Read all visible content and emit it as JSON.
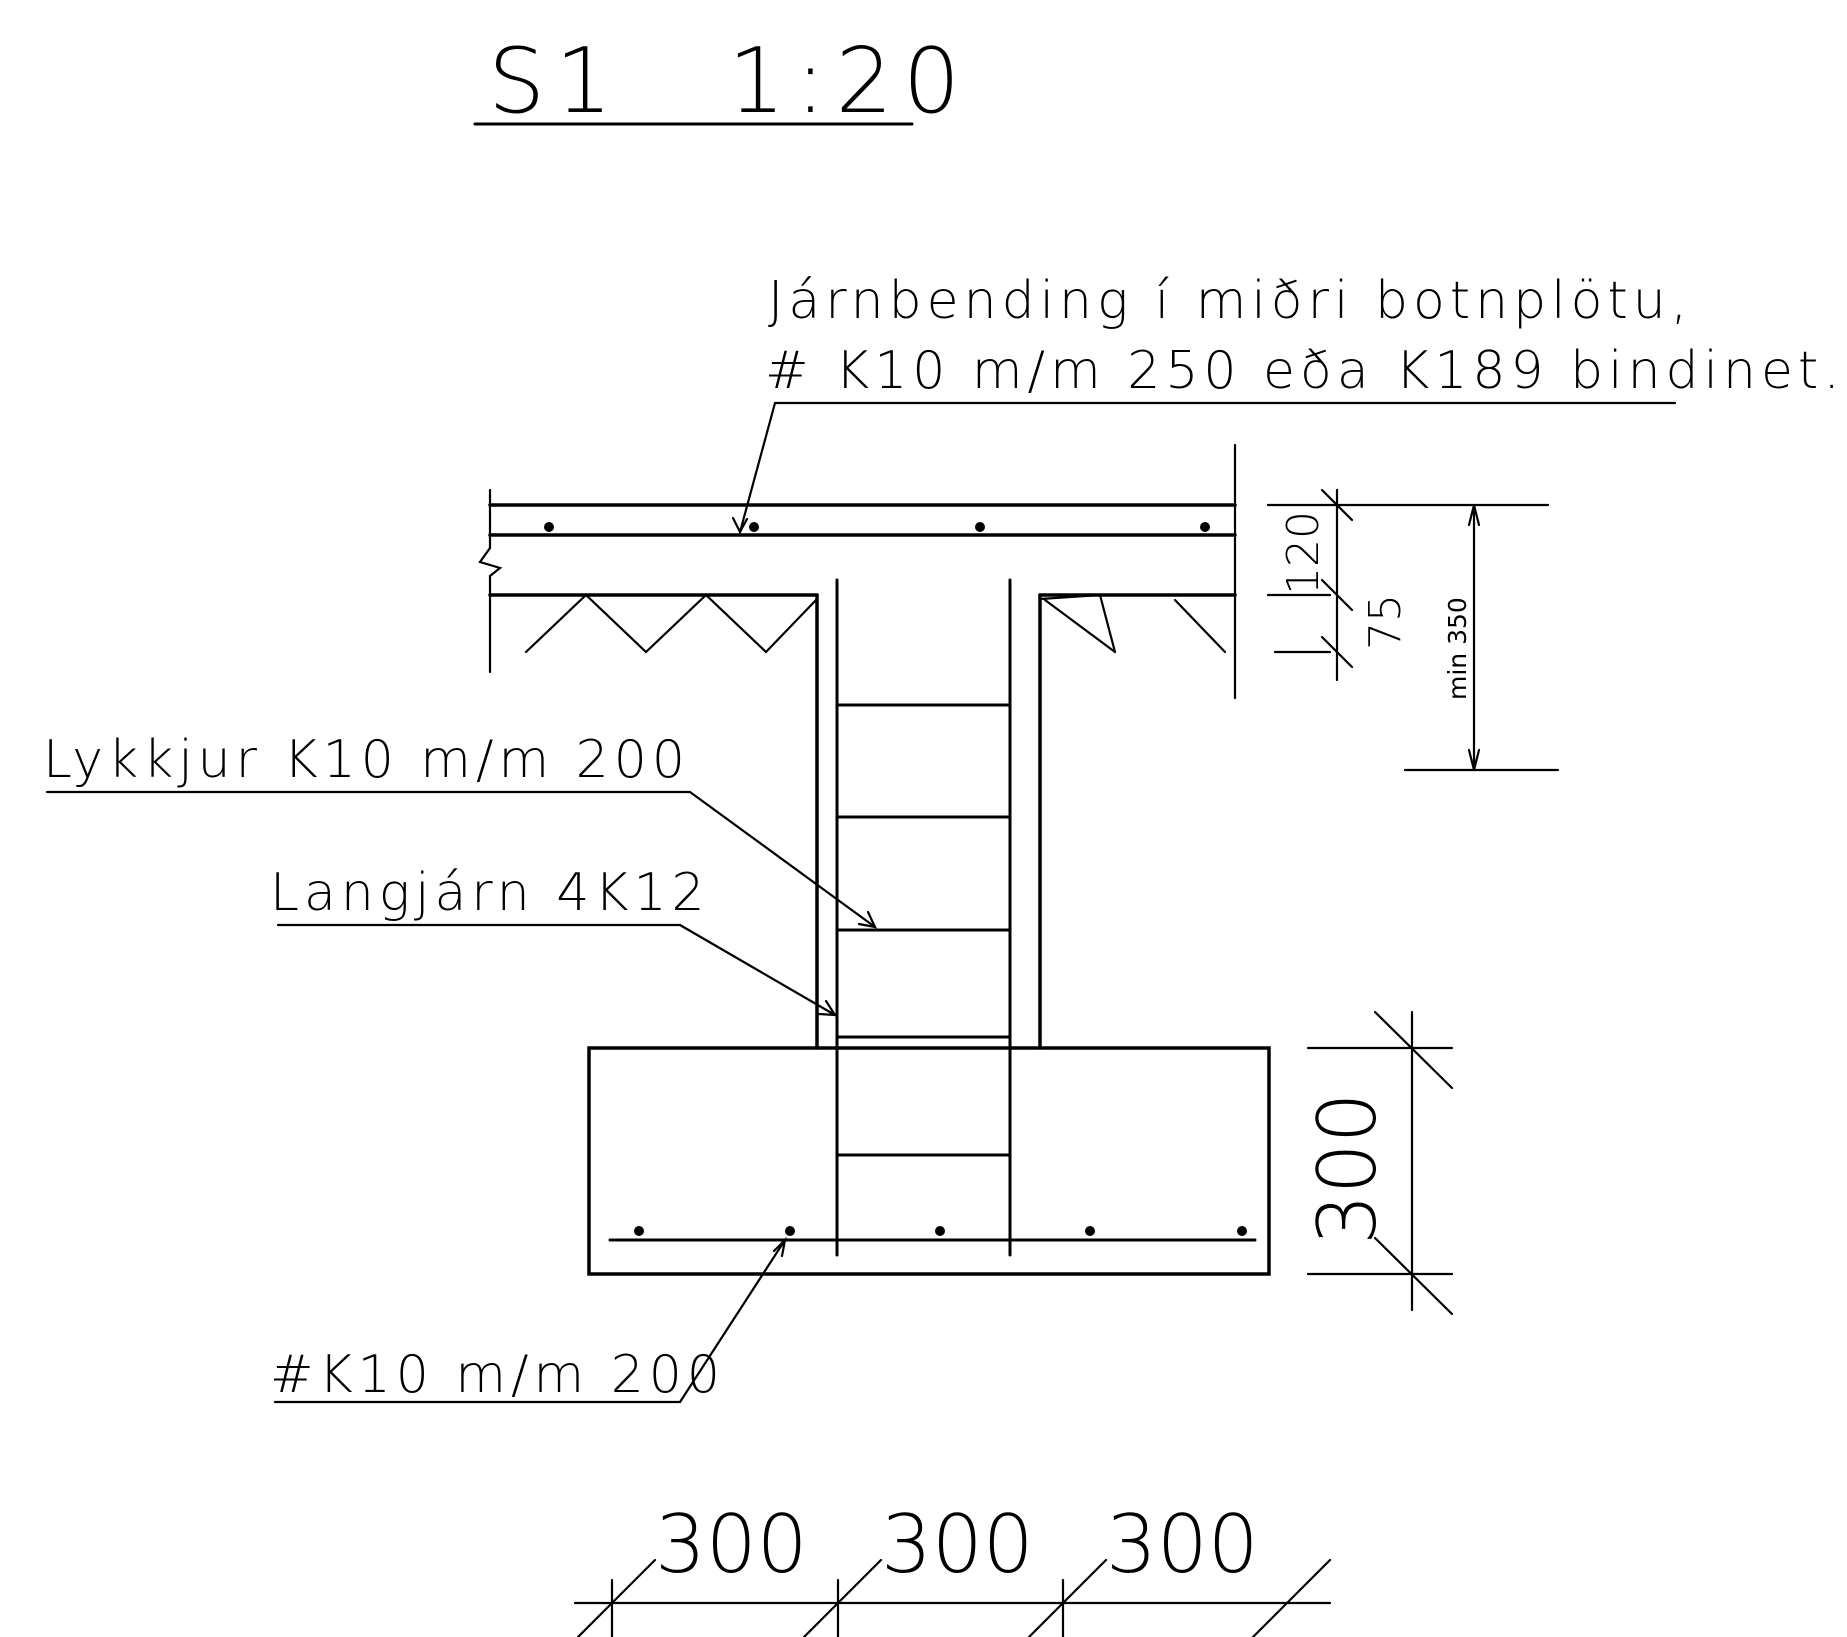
{
  "title": {
    "section": "S1",
    "scale": "1:20"
  },
  "notes": {
    "slab_rebar_line1": "Járnbending í miðri botnplötu,",
    "slab_rebar_line2": "# K10 m/m 250 eða K189 bindinet.",
    "stirrups": "Lykkjur K10 m/m 200",
    "longitudinal_bars": "Langjárn 4K12",
    "footing_mesh": "#K10 m/m 200"
  },
  "dimensions": {
    "slab_thickness": "120",
    "insulation_thickness": "75",
    "min_depth": "min 350",
    "footing_height": "300",
    "bottom_spacing": [
      "300",
      "300",
      "300"
    ]
  }
}
